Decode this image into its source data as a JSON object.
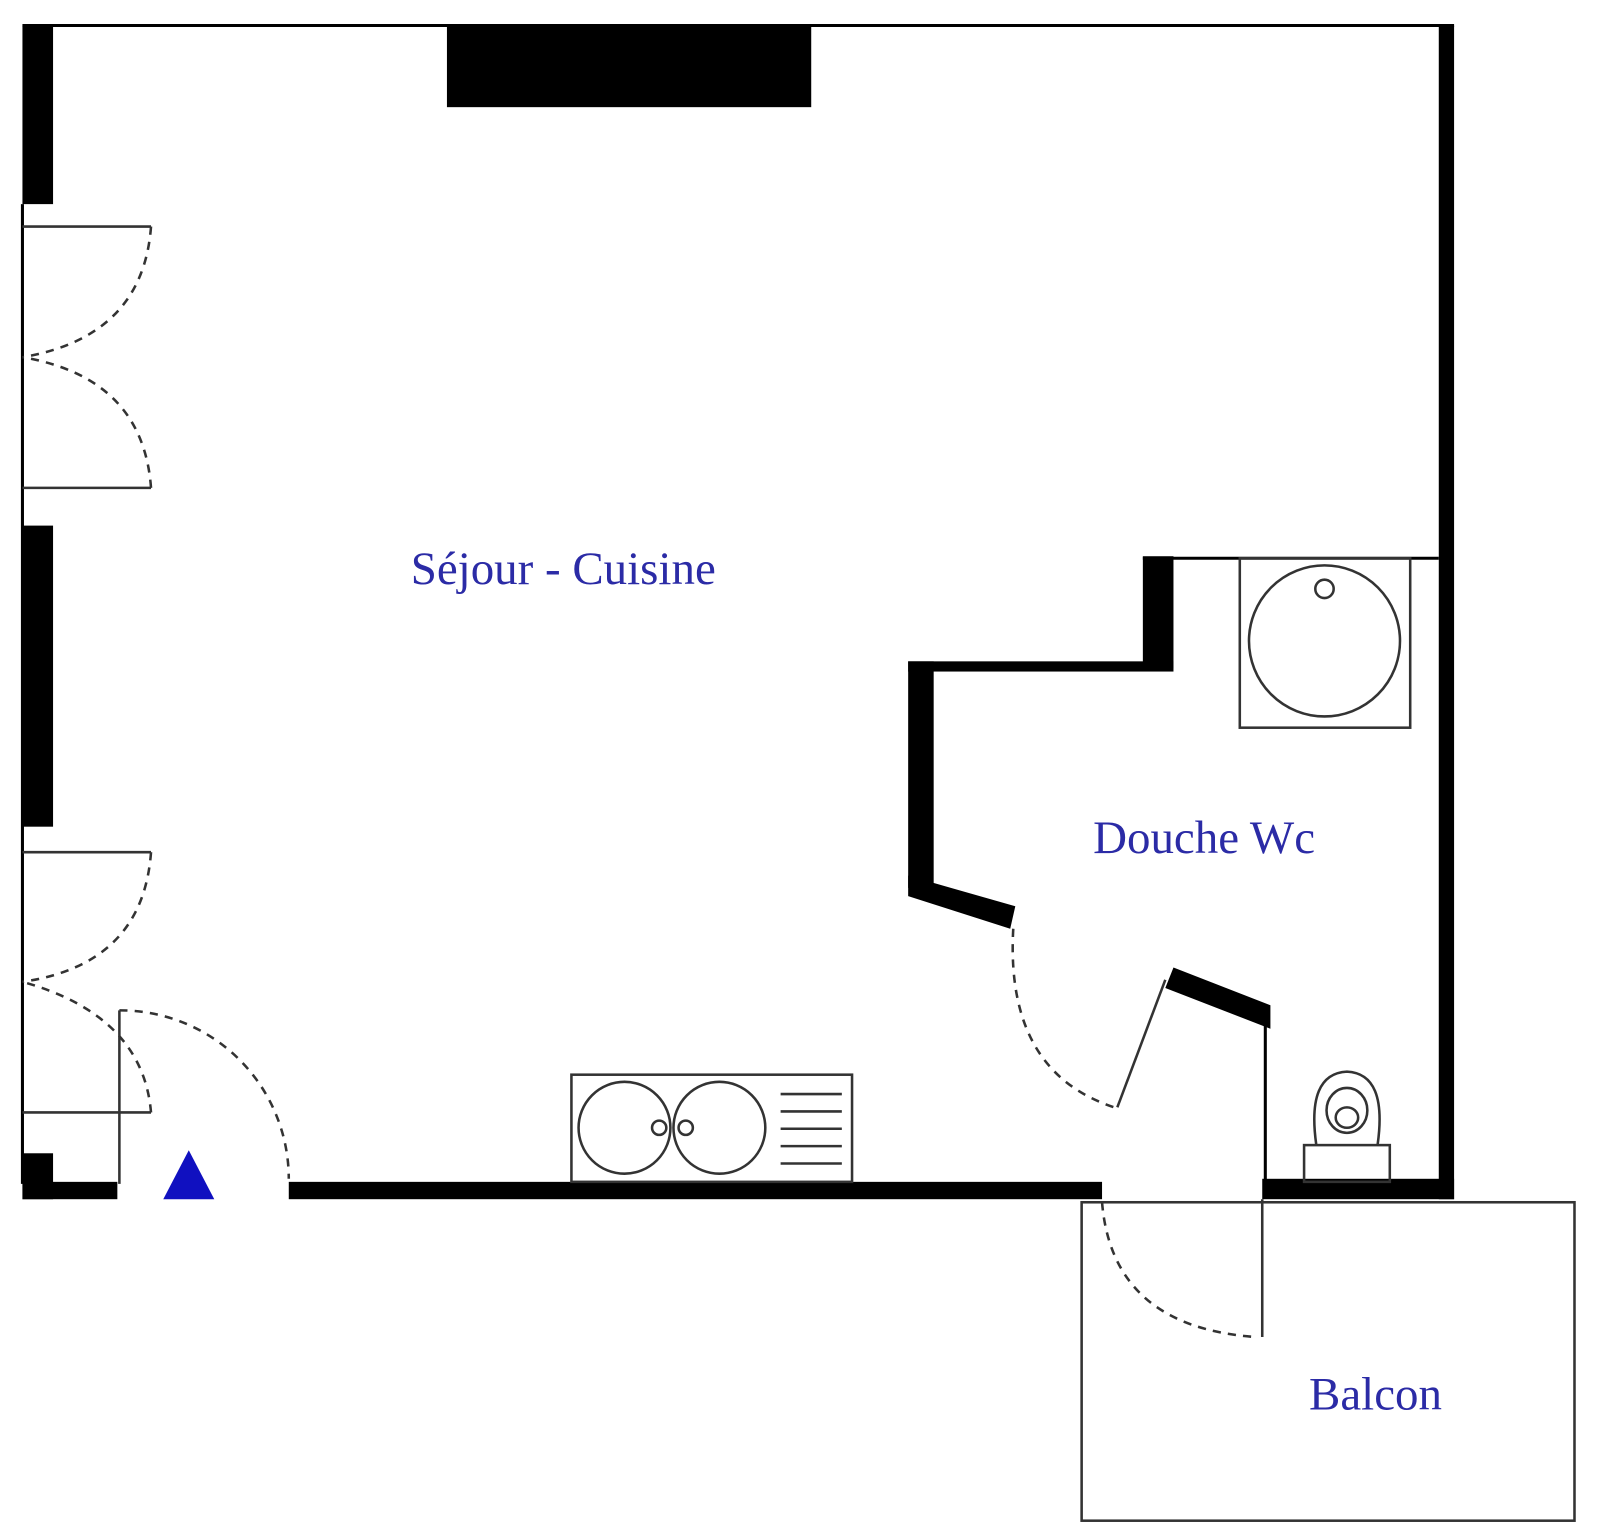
{
  "rooms": {
    "living_kitchen": "Séjour - Cuisine",
    "shower_wc": "Douche Wc",
    "balcony": "Balcon"
  },
  "colors": {
    "label": "#2b2ba6",
    "entrance_marker": "#1010c0",
    "walls": "#000000"
  },
  "icons": [
    "entrance-arrow-icon",
    "sink-icon",
    "shower-icon",
    "toilet-icon"
  ]
}
